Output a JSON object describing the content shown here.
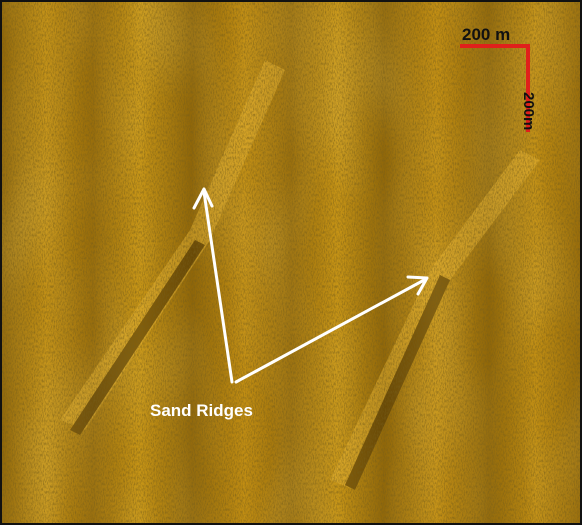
{
  "image": {
    "subject": "side-scan sonar seafloor mosaic with sand ridges",
    "colors": {
      "seafloor_base": "#b8860b",
      "seafloor_light": "#d9a520",
      "seafloor_dark": "#5a3d05",
      "scale_bar": "#e0201b",
      "annotation": "#ffffff",
      "border": "#111111"
    }
  },
  "scale_bar": {
    "horizontal_label": "200 m",
    "vertical_label": "200m"
  },
  "annotation": {
    "label": "Sand Ridges"
  }
}
